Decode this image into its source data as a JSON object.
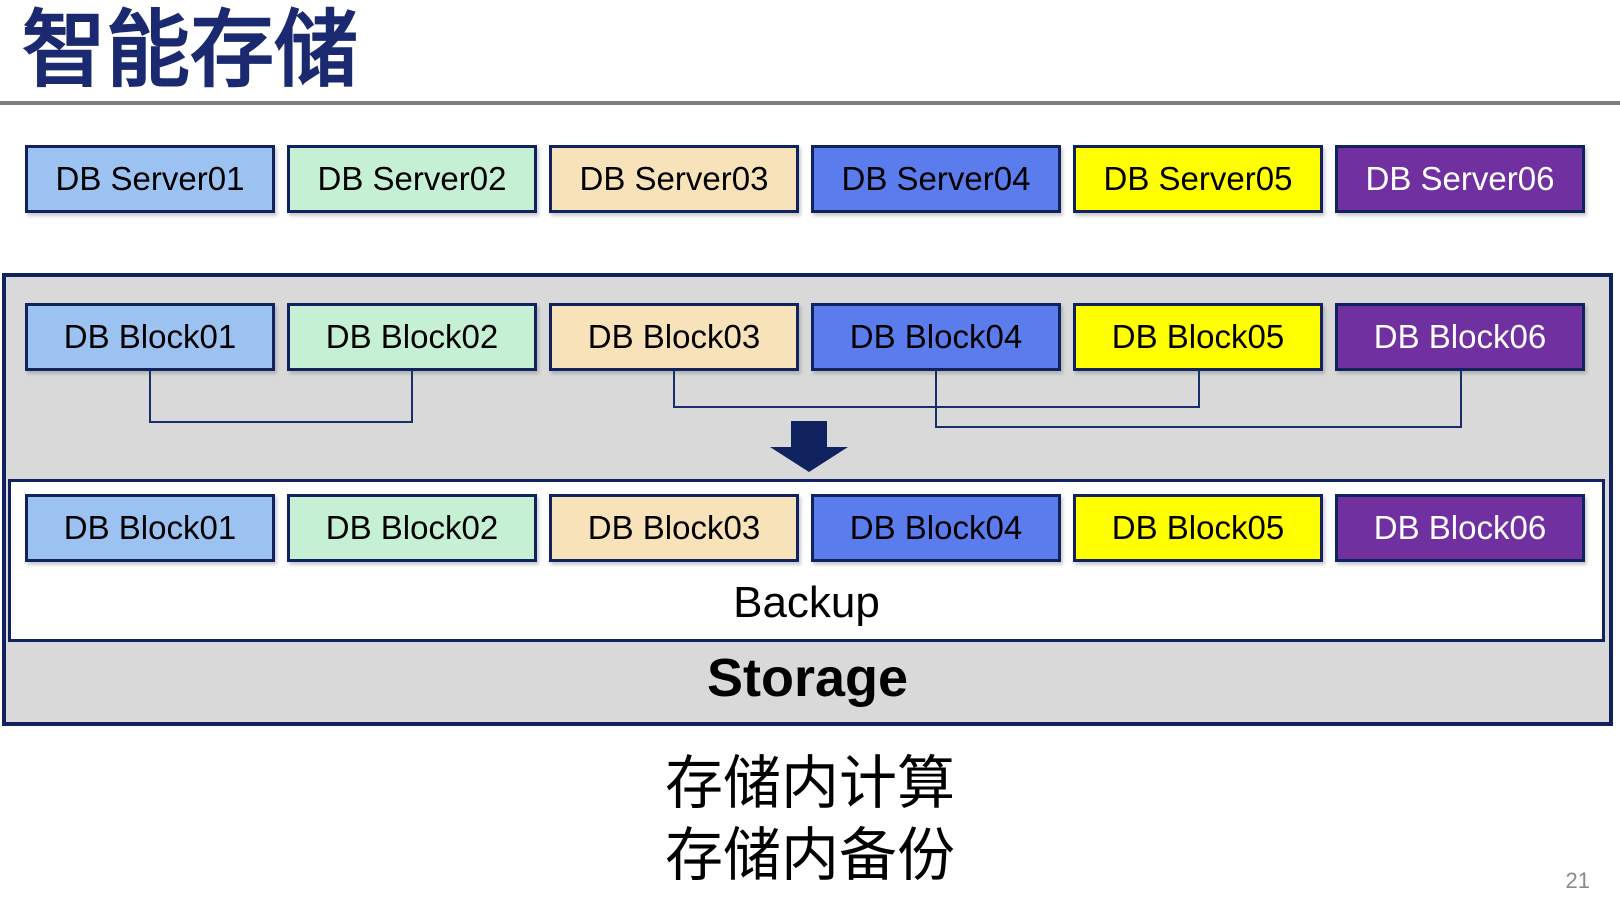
{
  "slide": {
    "title": "智能存储",
    "page_number": "21"
  },
  "caption": {
    "line1": "存储内计算",
    "line2": "存储内备份"
  },
  "server_row": {
    "items": [
      {
        "label": "DB Server01"
      },
      {
        "label": "DB Server02"
      },
      {
        "label": "DB Server03"
      },
      {
        "label": "DB Server04"
      },
      {
        "label": "DB Server05"
      },
      {
        "label": "DB Server06"
      }
    ]
  },
  "storage": {
    "label": "Storage",
    "block_row_top": {
      "items": [
        {
          "label": "DB Block01"
        },
        {
          "label": "DB Block02"
        },
        {
          "label": "DB Block03"
        },
        {
          "label": "DB Block04"
        },
        {
          "label": "DB Block05"
        },
        {
          "label": "DB Block06"
        }
      ]
    },
    "backup": {
      "label": "Backup",
      "items": [
        {
          "label": "DB Block01"
        },
        {
          "label": "DB Block02"
        },
        {
          "label": "DB Block03"
        },
        {
          "label": "DB Block04"
        },
        {
          "label": "DB Block05"
        },
        {
          "label": "DB Block06"
        }
      ]
    }
  },
  "icons": {
    "down_arrow": "down-arrow"
  },
  "colors": {
    "title": "#1B2A70",
    "title_rule": "#7F7F7F",
    "box_border": "#11235F",
    "connector_line": "#17306B",
    "container_fill": "#D9D9D9",
    "backup_panel_fill": "#FFFFFF",
    "arrow": "#11235F",
    "page_number": "#8A8A8A",
    "box_fills": [
      "#9CC2F2",
      "#C6F0D4",
      "#F8E2B9",
      "#5B7CEC",
      "#FFFF00",
      "#7030A0"
    ],
    "box_text_colors": [
      "#000000",
      "#000000",
      "#000000",
      "#000000",
      "#000000",
      "#FFFFFF"
    ]
  }
}
